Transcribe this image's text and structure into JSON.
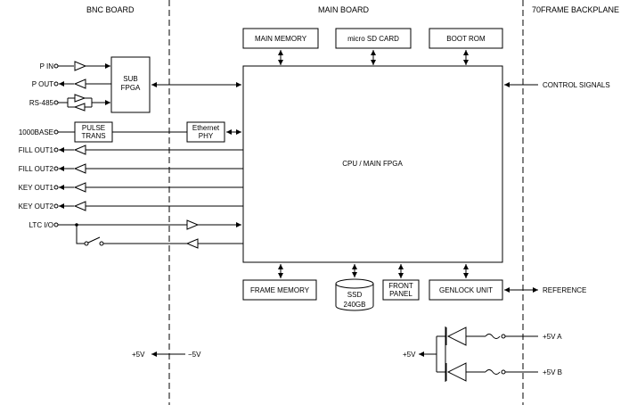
{
  "sections": {
    "bnc": "BNC BOARD",
    "main": "MAIN BOARD",
    "backplane": "70FRAME BACKPLANE"
  },
  "blocks": {
    "main_memory": "MAIN MEMORY",
    "micro_sd": "micro SD CARD",
    "boot_rom": "BOOT ROM",
    "sub_fpga_1": "SUB",
    "sub_fpga_2": "FPGA",
    "pulse_trans_1": "PULSE",
    "pulse_trans_2": "TRANS",
    "ethernet_phy_1": "Ethernet",
    "ethernet_phy_2": "PHY",
    "cpu": "CPU / MAIN FPGA",
    "frame_memory": "FRAME MEMORY",
    "ssd_1": "SSD",
    "ssd_2": "240GB",
    "front_panel_1": "FRONT",
    "front_panel_2": "PANEL",
    "genlock": "GENLOCK UNIT"
  },
  "ports": {
    "p_in": "P IN",
    "p_out": "P OUT",
    "rs485": "RS-485",
    "base1000": "1000BASE",
    "fill_out1": "FILL OUT1",
    "fill_out2": "FILL OUT2",
    "key_out1": "KEY OUT1",
    "key_out2": "KEY OUT2",
    "ltc": "LTC I/O"
  },
  "signals": {
    "control": "CONTROL SIGNALS",
    "reference": "REFERENCE"
  },
  "power": {
    "bnc_plus5": "+5V",
    "bnc_minus5": "−5V",
    "out_plus5": "+5V",
    "in_a": "+5V A",
    "in_b": "+5V B"
  }
}
